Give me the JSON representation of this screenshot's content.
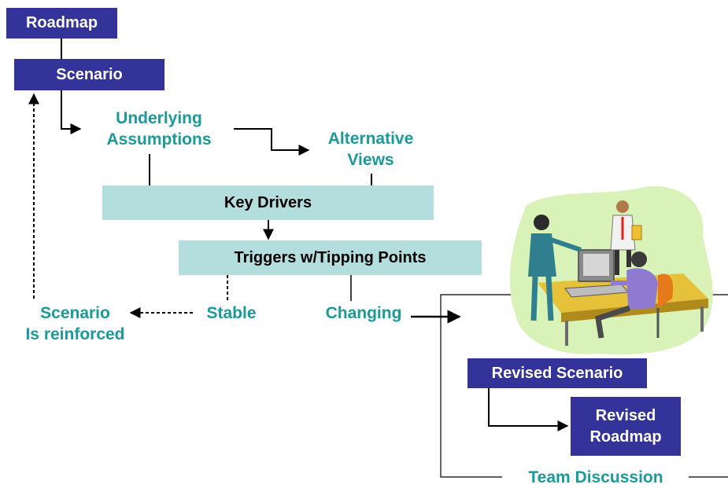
{
  "colors": {
    "navy": "#333399",
    "teal_text": "#1a9a9a",
    "teal_box": "#b4dede",
    "line": "#000000"
  },
  "nodes": {
    "roadmap": "Roadmap",
    "scenario": "Scenario",
    "underlying_assumptions": "Underlying\nAssumptions",
    "alternative_views": "Alternative\nViews",
    "key_drivers": "Key Drivers",
    "triggers": "Triggers w/Tipping Points",
    "scenario_reinforced": "Scenario\nIs reinforced",
    "stable": "Stable",
    "changing": "Changing",
    "revised_scenario": "Revised Scenario",
    "revised_roadmap": "Revised\nRoadmap",
    "team_discussion": "Team Discussion"
  },
  "illustration": {
    "icon": "team-at-computer-clipart"
  }
}
